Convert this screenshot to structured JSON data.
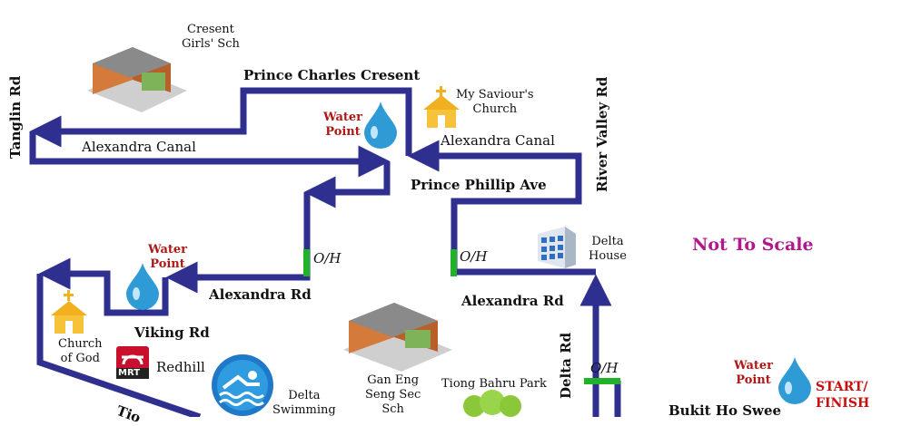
{
  "roads": {
    "tanglin": "Tanglin Rd",
    "prince_charles": "Prince Charles Cresent",
    "river_valley": "River Valley Rd",
    "prince_phillip": "Prince Phillip Ave",
    "alexandra_left": "Alexandra Rd",
    "alexandra_right": "Alexandra Rd",
    "viking": "Viking Rd",
    "delta": "Delta Rd",
    "bukit_ho_swee": "Bukit Ho Swee",
    "tiong": "Tio"
  },
  "canals": {
    "left": "Alexandra Canal",
    "right": "Alexandra Canal"
  },
  "places": {
    "cresent_school": "Cresent\nGirls' Sch",
    "my_saviour": "My Saviour's\nChurch",
    "delta_house": "Delta\nHouse",
    "church_of_god": "Church\nof God",
    "redhill": "Redhill",
    "mrt_badge": "MRT",
    "delta_swimming": "Delta\nSwimming",
    "gan_eng_seng": "Gan Eng\nSeng Sec\nSch",
    "tiong_bahru_park": "Tiong Bahru Park"
  },
  "water_points": {
    "top": "Water\nPoint",
    "left": "Water\nPoint",
    "right": "Water\nPoint"
  },
  "overheads": {
    "left": "O/H",
    "middle": "O/H",
    "right": "O/H"
  },
  "not_to_scale": "Not To Scale",
  "start_finish": "START/\nFINISH",
  "colors": {
    "route": "#2f2f8f",
    "overhead": "#22b22a",
    "water_label": "#b01818",
    "note": "#b0188c",
    "start": "#c81010"
  }
}
